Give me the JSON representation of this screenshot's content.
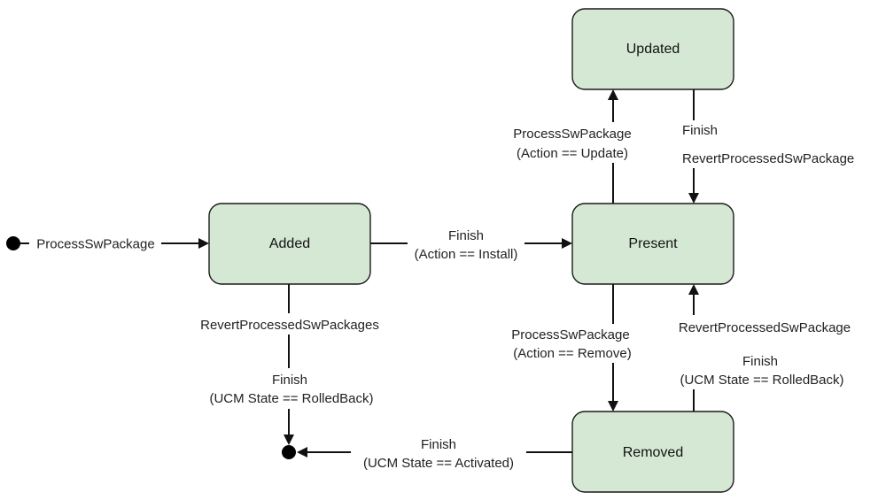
{
  "states": {
    "updated": "Updated",
    "added": "Added",
    "present": "Present",
    "removed": "Removed"
  },
  "transitions": {
    "initial_to_added": "ProcessSwPackage",
    "added_to_present": {
      "line1": "Finish",
      "line2": "(Action == Install)"
    },
    "present_to_updated": {
      "line1": "ProcessSwPackage",
      "line2": "(Action == Update)"
    },
    "updated_to_present": {
      "line1": "Finish",
      "line2": "RevertProcessedSwPackage"
    },
    "present_to_removed": {
      "line1": "ProcessSwPackage",
      "line2": "(Action == Remove)"
    },
    "removed_to_present": {
      "revert": "RevertProcessedSwPackage",
      "finish_line1": "Finish",
      "finish_line2": "(UCM State == RolledBack)"
    },
    "added_to_final": {
      "revert": "RevertProcessedSwPackages",
      "finish_line1": "Finish",
      "finish_line2": "(UCM State == RolledBack)"
    },
    "removed_to_final": {
      "line1": "Finish",
      "line2": "(UCM State == Activated)"
    }
  },
  "colors": {
    "state_fill": "#d5e8d4",
    "stroke": "#1a1a1a"
  }
}
